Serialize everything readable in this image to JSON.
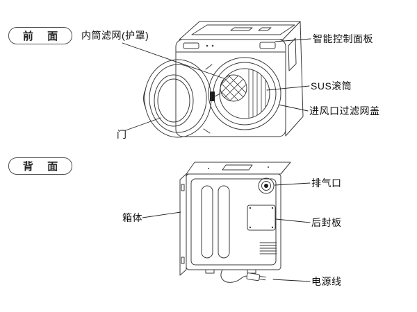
{
  "badges": {
    "front": "前 面",
    "back": "背 面"
  },
  "labels": {
    "front": {
      "inner_filter": "内筒滤网(护罩)",
      "control_panel": "智能控制面板",
      "sus_drum": "SUS滚筒",
      "inlet_filter_cover": "进风口过滤网盖",
      "door": "门"
    },
    "back": {
      "exhaust": "排气口",
      "cabinet": "箱体",
      "rear_plate": "后封板",
      "power_cord": "电源线"
    }
  },
  "colors": {
    "line_art": "#3a3a3a",
    "leader": "#222222",
    "text": "#111111",
    "background": "#ffffff"
  }
}
